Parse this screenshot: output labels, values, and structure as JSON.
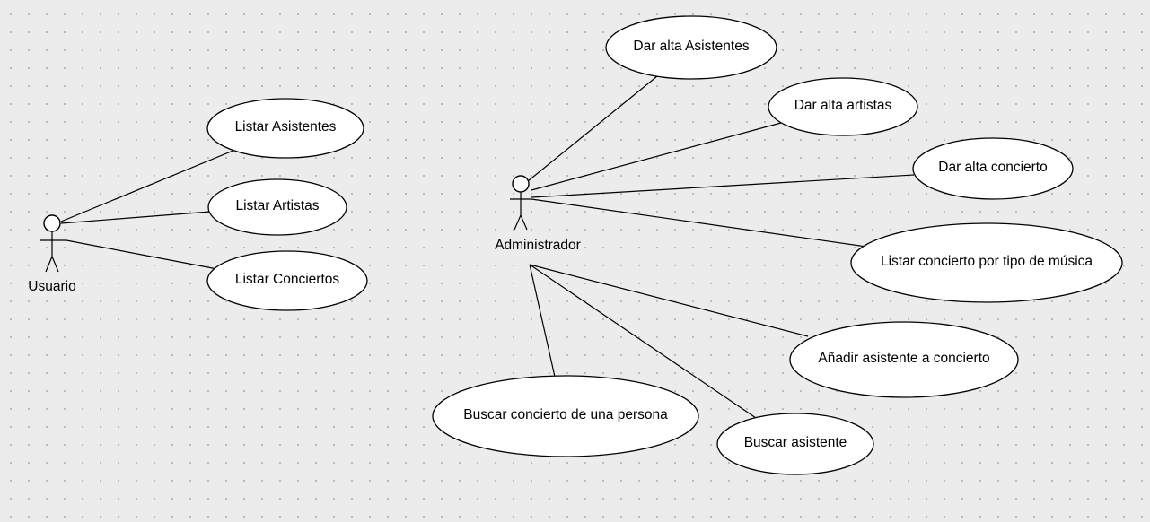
{
  "actors": {
    "usuario": {
      "label": "Usuario"
    },
    "administrador": {
      "label": "Administrador"
    }
  },
  "use_cases": {
    "listar_asistentes": "Listar Asistentes",
    "listar_artistas": "Listar Artistas",
    "listar_conciertos": "Listar Conciertos",
    "dar_alta_asistentes": "Dar alta Asistentes",
    "dar_alta_artistas": "Dar alta artistas",
    "dar_alta_concierto": "Dar alta concierto",
    "listar_concierto_tipo": "Listar concierto por tipo de música",
    "anadir_asistente": "Añadir asistente a concierto",
    "buscar_asistente": "Buscar asistente",
    "buscar_concierto_persona": "Buscar concierto de una persona"
  }
}
